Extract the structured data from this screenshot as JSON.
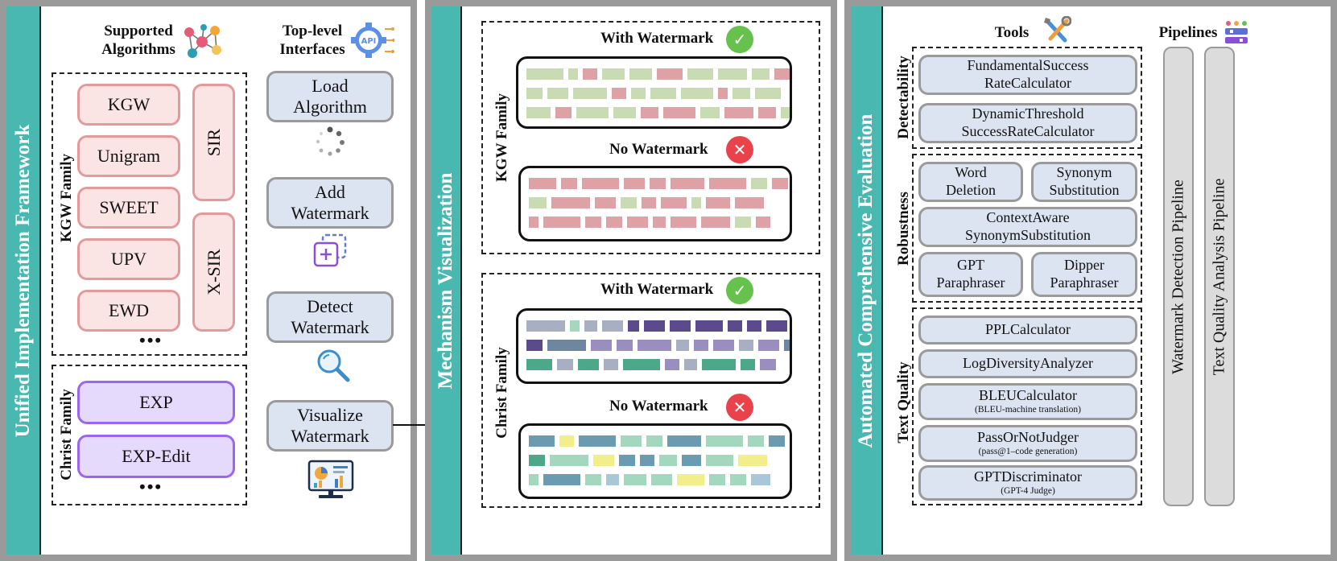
{
  "left_panel": {
    "side_title": "Unified Implementation Framework",
    "supported_title": "Supported\nAlgorithms",
    "interfaces_title": "Top-level\nInterfaces",
    "kgw_family_label": "KGW Family",
    "kgw_algorithms": [
      "KGW",
      "Unigram",
      "SWEET",
      "UPV",
      "EWD"
    ],
    "kgw_side_algorithms": [
      "SIR",
      "X-SIR"
    ],
    "christ_family_label": "Christ Family",
    "christ_algorithms": [
      "EXP",
      "EXP-Edit"
    ],
    "ellipsis": "•••",
    "interfaces": [
      "Load\nAlgorithm",
      "Add\nWatermark",
      "Detect\nWatermark",
      "Visualize\nWatermark"
    ],
    "icons": [
      "network-icon",
      "api-gear-icon",
      "loading-icon",
      "add-layer-icon",
      "magnifier-icon",
      "dashboard-icon"
    ]
  },
  "middle_panel": {
    "side_title": "Mechanism Visualization",
    "kgw_family_label": "KGW Family",
    "christ_family_label": "Christ Family",
    "with_watermark": "With Watermark",
    "no_watermark": "No Watermark",
    "check_glyph": "✓",
    "cross_glyph": "✕"
  },
  "right_panel": {
    "side_title": "Automated Comprehensive Evaluation",
    "tools_title": "Tools",
    "pipelines_title": "Pipelines",
    "detectability_label": "Detectability",
    "robustness_label": "Robustness",
    "text_quality_label": "Text Quality",
    "detectability_tools": [
      {
        "name": "FundamentalSuccess\nRateCalculator"
      },
      {
        "name": "DynamicThreshold\nSuccessRateCalculator"
      }
    ],
    "robustness_tools": [
      "Word\nDeletion",
      "Synonym\nSubstitution",
      "ContextAware\nSynonymSubstitution",
      "GPT\nParaphraser",
      "Dipper\nParaphraser"
    ],
    "quality_tools": [
      {
        "name": "PPLCalculator",
        "sub": ""
      },
      {
        "name": "LogDiversityAnalyzer",
        "sub": ""
      },
      {
        "name": "BLEUCalculator",
        "sub": "(BLEU-machine translation)"
      },
      {
        "name": "PassOrNotJudger",
        "sub": "(pass@1–code generation)"
      },
      {
        "name": "GPTDiscriminator",
        "sub": "(GPT-4 Judge)"
      }
    ],
    "pipelines": [
      "Watermark Detection Pipeline",
      "Text Quality Analysis Pipeline"
    ]
  },
  "colors": {
    "teal": "#48b8b0",
    "kgw_green": "#c9dbb3",
    "kgw_red": "#dea1a6",
    "christ_purple": "#5b4a8c",
    "christ_lavender": "#9a8dbf",
    "christ_slate": "#6f86a0",
    "christ_gray": "#a9afc2",
    "christ_green": "#4da88a",
    "christ_light": "#a8c8d8",
    "christ_mint": "#a3d8bf",
    "christ_yellow": "#f2ef8a",
    "christ_steel": "#6a9bb0"
  }
}
